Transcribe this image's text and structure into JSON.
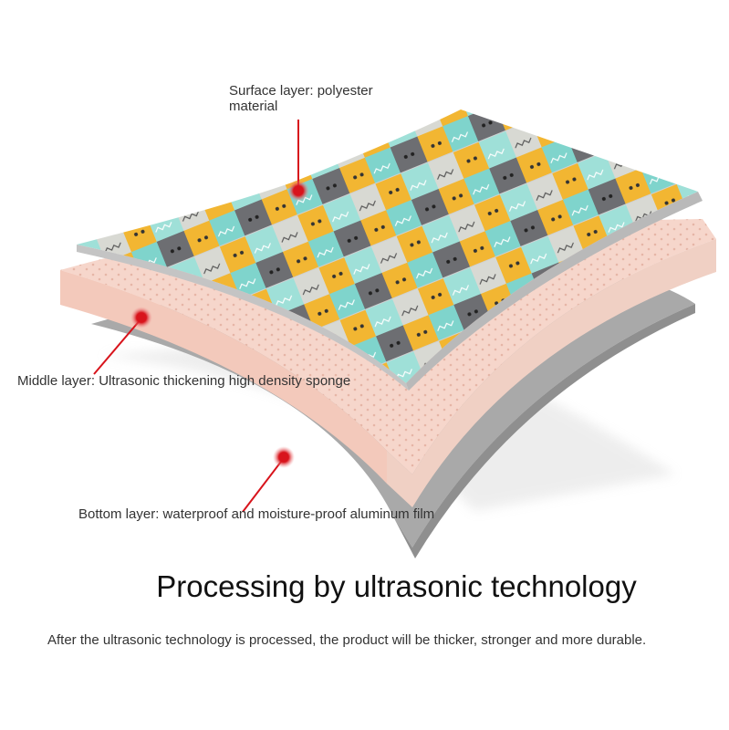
{
  "callouts": {
    "surface": "Surface layer: polyester material",
    "middle": "Middle layer: Ultrasonic thickening high density sponge",
    "bottom": "Bottom layer: waterproof and moisture-proof aluminum film"
  },
  "headline": "Processing by ultrasonic technology",
  "subline": "After the ultrasonic technology is processed, the product will be thicker, stronger and more durable.",
  "colors": {
    "marker_red": "#d8141c",
    "sponge_pink": "#f6d6cb",
    "film_grey": "#a9a9a9",
    "fabric_grey": "#c9cbcc",
    "cat_yellow": "#f2b632",
    "cat_teal": "#7fd4cc",
    "cat_dark": "#6d6e72"
  }
}
